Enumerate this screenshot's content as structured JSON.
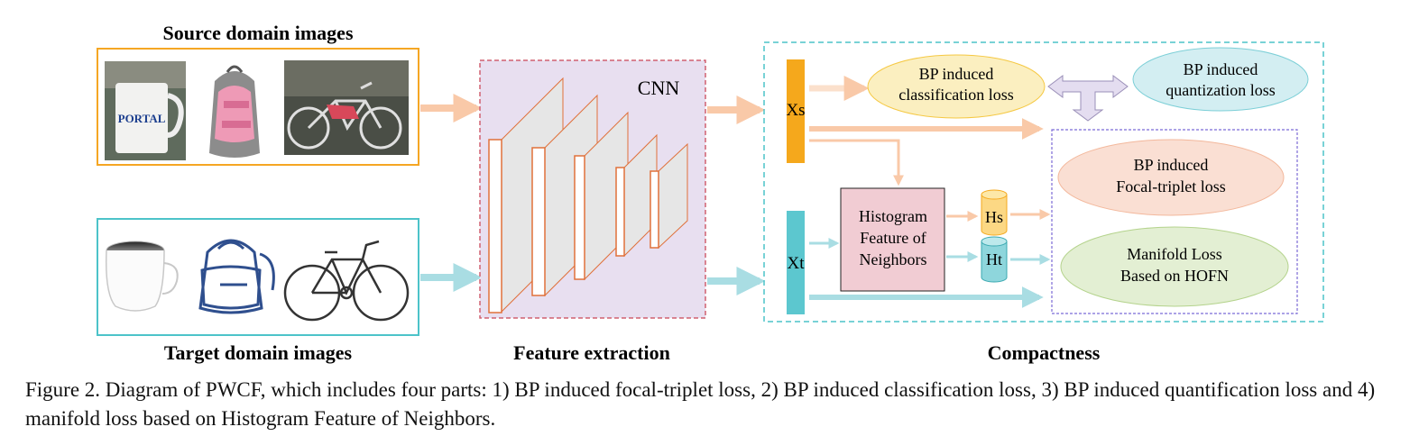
{
  "headings": {
    "source": "Source domain images",
    "target": "Target domain images",
    "feature_extraction": "Feature extraction",
    "compactness": "Compactness"
  },
  "cnn_label": "CNN",
  "features": {
    "xs": "Xs",
    "xt": "Xt",
    "hs": "Hs",
    "ht": "Ht"
  },
  "histogram_box": [
    "Histogram",
    "Feature of",
    "Neighbors"
  ],
  "losses": {
    "classification": [
      "BP induced",
      "classification loss"
    ],
    "quantization": [
      "BP induced",
      "quantization loss"
    ],
    "focal_triplet": [
      "BP induced",
      "Focal-triplet loss"
    ],
    "manifold": [
      "Manifold Loss",
      "Based on HOFN"
    ]
  },
  "source_images": [
    "mug-photo",
    "backpack-photo",
    "bicycle-photo"
  ],
  "target_images": [
    "mug-sketch",
    "backpack-sketch",
    "bicycle-sketch"
  ],
  "colors": {
    "source_frame": "#f5a623",
    "target_frame": "#4cc3c9",
    "source_arrow": "#f9c9a8",
    "target_arrow": "#a9dde3",
    "cnn_bg": "#e8dff0",
    "cnn_border": "#d06070",
    "xs_bar": "#f5a81c",
    "xt_bar": "#5cc7cf",
    "histogram_fill": "#f1ccd3",
    "classification_fill": "#fbefc0",
    "quantization_fill": "#d3eef2",
    "focal_fill": "#fadfd3",
    "manifold_fill": "#e3efd3"
  },
  "caption": "Figure 2. Diagram of PWCF, which includes four parts: 1) BP induced focal-triplet loss, 2) BP induced classification loss, 3) BP induced quantification loss and 4) manifold loss based on Histogram Feature of Neighbors."
}
